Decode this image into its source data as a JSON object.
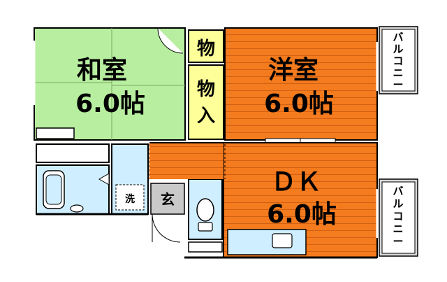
{
  "rooms": {
    "washitsu": {
      "name": "和室",
      "size": "6.0帖"
    },
    "yoshitsu": {
      "name": "洋室",
      "size": "6.0帖"
    },
    "dk": {
      "name": "ＤＫ",
      "size": "6.0帖"
    }
  },
  "storage": {
    "mono": "物",
    "oshiire_1": "物",
    "oshiire_2": "入"
  },
  "balcony": {
    "top": [
      "バ",
      "ル",
      "コ",
      "ニ",
      "ー"
    ],
    "bottom": [
      "バ",
      "ル",
      "コ",
      "ニ",
      "ー"
    ]
  },
  "utility": {
    "washer": "洗",
    "entrance": "玄"
  },
  "colors": {
    "tatami": "#b8eea0",
    "flooring": "#f47b1e",
    "wetarea": "#cfeeff",
    "storage": "#ffff99",
    "balcony": "#d7d7d7",
    "entrance": "#c9c9c9",
    "wall": "#000000"
  }
}
